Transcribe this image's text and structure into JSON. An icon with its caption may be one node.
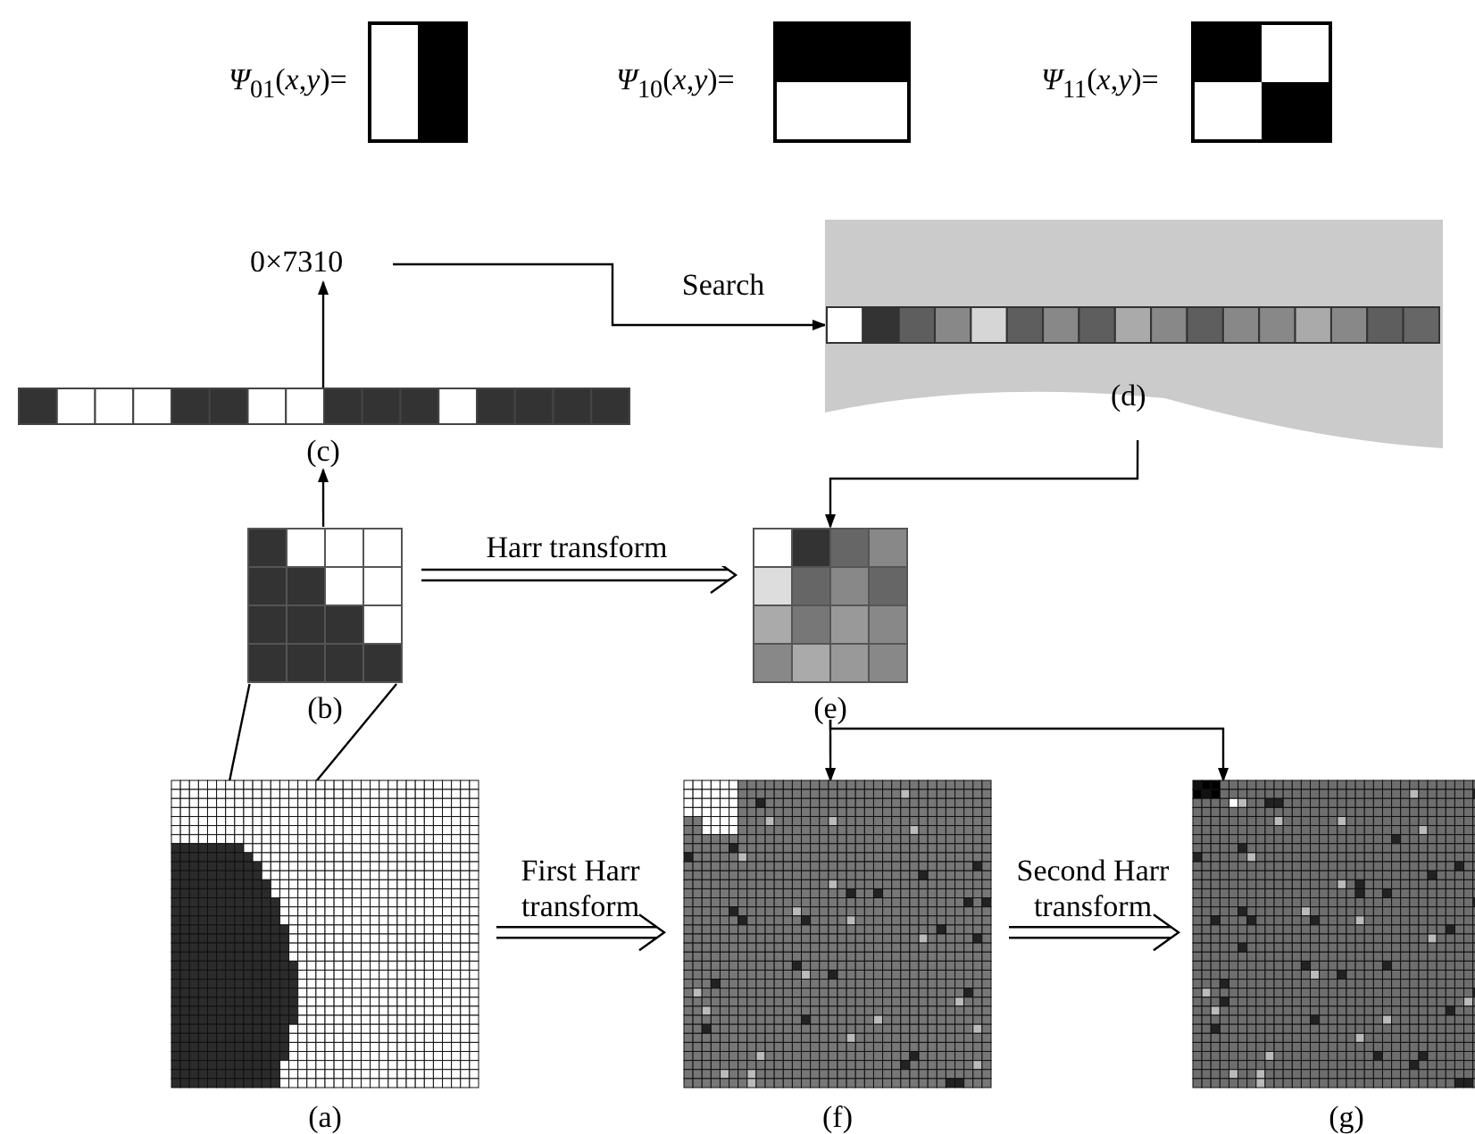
{
  "diagram": {
    "nodes": [
      {
        "text": [
          "*Ψ*$_{01}$(*x*,*y*)="
        ]
      },
      {
        "text": [
          "*Ψ*$_{10}$(*x*,*y*)="
        ]
      },
      {
        "text": [
          "*Ψ*$_{11}$(*x*,*y*)="
        ]
      },
      {
        "text": [
          "0×7310"
        ]
      },
      {
        "text": [],
        "shape": "bar",
        "beside": [
          "(c)"
        ]
      },
      {
        "text": [],
        "shape": "bar",
        "beside": [
          "(d)"
        ]
      },
      {
        "text": [],
        "shape": "picture",
        "beside": [
          "(b)"
        ]
      },
      {
        "text": [],
        "shape": "picture",
        "beside": [
          "(e)"
        ]
      },
      {
        "text": [],
        "shape": "picture",
        "beside": [
          "(a)"
        ]
      },
      {
        "text": [],
        "shape": "picture",
        "beside": [
          "(f)"
        ]
      },
      {
        "text": [],
        "shape": "picture",
        "beside": [
          "(g)"
        ]
      }
    ],
    "edges": [
      {
        "from": 4,
        "to": 3,
        "arrow": "to"
      },
      {
        "from": 3,
        "to": 5,
        "arrow": "to",
        "label": "Search"
      },
      {
        "from": 6,
        "to": 4,
        "arrow": "to"
      },
      {
        "from": 5,
        "to": 7,
        "arrow": "to"
      },
      {
        "from": 6,
        "to": 7,
        "arrow": "to",
        "label": "Harr transform"
      },
      {
        "from": 8,
        "to": 9,
        "arrow": "to",
        "label": "First Harr transform"
      },
      {
        "from": 9,
        "to": 10,
        "arrow": "to",
        "label": "Second Harr transform"
      },
      {
        "from": 7,
        "to": 9,
        "arrow": "to"
      },
      {
        "from": 7,
        "to": 10,
        "arrow": "to"
      },
      {
        "from": 6,
        "to": 8,
        "arrow": "none"
      },
      {
        "from": 6,
        "to": 8,
        "arrow": "none"
      }
    ]
  }
}
